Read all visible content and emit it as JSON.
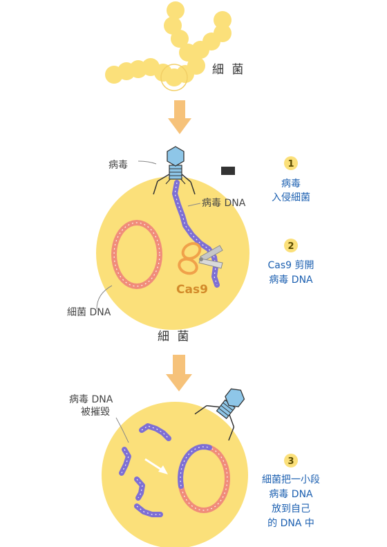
{
  "labels": {
    "bacteria_top": "細 菌",
    "virus": "病毒",
    "virus_dna": "病毒 DNA",
    "cas9": "Cas9",
    "bacteria_dna": "細菌 DNA",
    "bacteria_mid": "細 菌",
    "destroyed_line1": "病毒 DNA",
    "destroyed_line2": "被摧毀"
  },
  "steps": [
    {
      "num": "1",
      "lines": [
        "病毒",
        "入侵細菌"
      ]
    },
    {
      "num": "2",
      "lines": [
        "Cas9 剪開",
        "病毒 DNA"
      ]
    },
    {
      "num": "3",
      "lines": [
        "細菌把一小段",
        "病毒 DNA",
        "放到自己",
        "的 DNA 中"
      ]
    }
  ],
  "colors": {
    "cell": "#fbe07a",
    "chain": "#fbe07a",
    "arrow": "#f6c27a",
    "virus_head": "#8ec6e8",
    "virus_dna": "#7e6fd4",
    "bacteria_dna": "#f08c7a",
    "badge": "#fbe07a",
    "step_text": "#1b5fb0"
  }
}
